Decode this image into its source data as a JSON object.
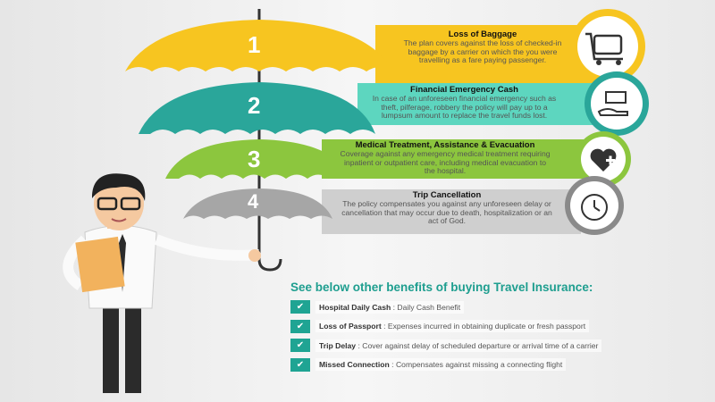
{
  "colors": {
    "yellow": "#f7c520",
    "teal": "#2aa69a",
    "mint": "#5dd6bf",
    "green": "#8cc63e",
    "gray": "#a6a6a6",
    "accent": "#1e9e8f"
  },
  "items": [
    {
      "number": "1",
      "title": "Loss of Baggage",
      "text": "The plan covers against the loss of checked-in baggage by a carrier on which the you were travelling as a fare paying passenger.",
      "icon": "luggage-trolley-icon"
    },
    {
      "number": "2",
      "title": "Financial Emergency Cash",
      "text": "In case of an unforeseen financial emergency such as theft, pilferage, robbery the policy will pay up to a lumpsum amount to replace the travel funds lost.",
      "icon": "hand-cash-icon"
    },
    {
      "number": "3",
      "title": "Medical Treatment, Assistance & Evacuation",
      "text": "Coverage against any emergency medical treatment requiring inpatient or outpatient care, including medical evacuation to the hospital.",
      "icon": "heart-plus-icon"
    },
    {
      "number": "4",
      "title": "Trip Cancellation",
      "text": "The policy compensates you against any unforeseen delay or cancellation that may occur due to death, hospitalization or an act of God.",
      "icon": "alarm-clock-icon"
    }
  ],
  "benefits": {
    "heading": "See below other benefits of buying Travel Insurance:",
    "rows": [
      {
        "label": "Hospital Daily Cash",
        "text": " : Daily Cash Benefit"
      },
      {
        "label": "Loss of Passport",
        "text": " : Expenses incurred in obtaining duplicate or fresh passport"
      },
      {
        "label": "Trip Delay",
        "text": " : Cover against delay of scheduled departure or arrival time of a carrier"
      },
      {
        "label": "Missed Connection",
        "text": " : Compensates against missing a connecting flight"
      }
    ]
  }
}
